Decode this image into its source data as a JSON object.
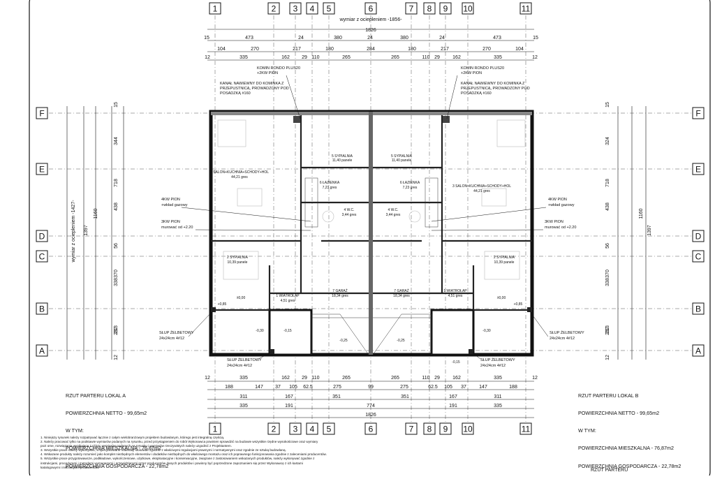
{
  "axes_columns": [
    "1",
    "2",
    "3",
    "4",
    "5",
    "6",
    "7",
    "8",
    "9",
    "10",
    "11"
  ],
  "axes_rows": [
    "F",
    "E",
    "D",
    "C",
    "B",
    "A"
  ],
  "dims": {
    "top_title": "wymiar z ociepleniem -1856-",
    "top_total": "1826",
    "top_row2": [
      "15",
      "473",
      "24",
      "380",
      "24",
      "380",
      "24",
      "473",
      "15"
    ],
    "top_row3": [
      "104",
      "270",
      "217",
      "180",
      "284",
      "180",
      "217",
      "270",
      "104"
    ],
    "top_row4": [
      "12",
      "335",
      "162",
      "29",
      "110",
      "265",
      "265",
      "110",
      "29",
      "162",
      "335",
      "12"
    ],
    "bot_row1": [
      "12",
      "335",
      "162",
      "29",
      "110",
      "265",
      "265",
      "110",
      "29",
      "162",
      "335",
      "12"
    ],
    "bot_row2": [
      "188",
      "147",
      "37",
      "105",
      "62.5",
      "275",
      "99",
      "275",
      "62.5",
      "105",
      "37",
      "147",
      "188"
    ],
    "bot_row3": [
      "311",
      "167",
      "351",
      "351",
      "167",
      "311"
    ],
    "bot_row4": [
      "335",
      "191",
      "774",
      "191",
      "335"
    ],
    "bot_total": "1826",
    "left_title": "wymiar z ociepleniem -1427-",
    "left_overall": "1397",
    "left_mid": "1160",
    "left_segments": [
      "344",
      "718",
      "438",
      "56",
      "370",
      "338",
      "237",
      "213",
      "12",
      "15"
    ],
    "right_overall": "1397",
    "right_mid": "1160",
    "right_segments": [
      "324",
      "718",
      "438",
      "56",
      "370",
      "338",
      "237",
      "213",
      "12",
      "15"
    ]
  },
  "callouts": {
    "chimney_a": [
      "KOMIN RONDO PLUS20",
      "+2KW PION"
    ],
    "chimney_b": [
      "KOMIN RONDO PLUS20",
      "+2KW PION"
    ],
    "duct_a": [
      "KANAŁ NAWIEWNY DO KOMINKA Z",
      "PRZEPUSTNICĄ, PROWADZONY POD",
      "POSADZKĄ #160"
    ],
    "duct_b": [
      "KANAŁ NAWIEWNY DO KOMINKA Z",
      "PRZEPUSTNICĄ, PROWADZONY POD",
      "POSADZKĄ #160"
    ],
    "pion4_a": [
      "4KW PION",
      "+wkład gazowy"
    ],
    "pion4_b": [
      "4KW PION",
      "+wkład gazowy"
    ],
    "pion3_a": [
      "3KW PION",
      "murować od +2.20"
    ],
    "pion3_b": [
      "3KW PION",
      "murować od +2.20"
    ],
    "column_left": [
      "SŁUP ŻELBETOWY",
      "24x24cm 4#12"
    ],
    "column_right": [
      "SŁUP ŻELBETOWY",
      "24x24cm 4#12"
    ],
    "column_bot_a": [
      "SŁUP ŻELBETOWY",
      "24x24cm 4#12"
    ],
    "column_bot_b": [
      "SŁUP ŻELBETOWY",
      "24x24cm 4#12"
    ]
  },
  "rooms": {
    "salon_a": [
      "3 SALON+KUCHNIA+SCHODY+HOL",
      "44,21 gres"
    ],
    "salon_b": [
      "3 SALON+KUCHNIA+SCHODY+HOL",
      "44,21 gres"
    ],
    "sypialnia_a": [
      "5 SYPIALNIA",
      "11,40 panele"
    ],
    "sypialnia_b": [
      "5 SYPIALNIA",
      "11,40 panele"
    ],
    "lazienka_a": [
      "6 ŁAZIENKA",
      "7,23 gres"
    ],
    "lazienka_b": [
      "6 ŁAZIENKA",
      "7,23 gres"
    ],
    "wc_a": [
      "4 W.C.",
      "3,44 gres"
    ],
    "wc_b": [
      "4 W.C.",
      "3,44 gres"
    ],
    "syp2_a": [
      "2 SYPIALNIA",
      "10,39 panele"
    ],
    "syp2_b": [
      "2 SYPIALNIA",
      "10,39 panele"
    ],
    "garaz_a": [
      "7 GARAŻ",
      "18,34 gres"
    ],
    "garaz_b": [
      "7 GARAŻ",
      "18,34 gres"
    ],
    "wiatrolap_a": [
      "1 WIATROŁAP",
      "4,51 gres"
    ],
    "wiatrolap_b": [
      "1 WIATROŁAP",
      "4,51 gres"
    ]
  },
  "levels": {
    "left_level": "+0,85",
    "right_level": "+0,85",
    "misc": [
      "±0,00",
      "-0,30",
      "-0,25",
      "-0,15"
    ]
  },
  "summary_a": [
    "RZUT PARTERU LOKAL A",
    "POWIERZCHNIA NETTO - 99,65m2",
    "W TYM:",
    "POWIERZCHNIA MIESZKALNA - 76,87m2",
    "POWIERZCHNIA GOSPODARCZA - 22,78m2"
  ],
  "summary_b": [
    "RZUT PARTERU LOKAL B",
    "POWIERZCHNIA NETTO - 99,65m2",
    "W TYM:",
    "POWIERZCHNIA MIESZKALNA - 76,87m2",
    "POWIERZCHNIA GOSPODARCZA - 22,78m2"
  ],
  "notes": [
    "1. Niniejszy rysunek należy rozpatrywać łącznie z całym wielobranżowym projektem budowlanym, którego jest integralną częścią.",
    "2. Należy pracować tylko na podstawie wymiarów podanych na rysunku, przed przystąpieniem do robót Wykonawca powinien sprawdzić na budowie wszystkie rzędne wysokościowe oraz wymiary",
    "pozi ome, rozwiązania wynikające z różnic wymiarów podanych na rysunku i wymiarów rzeczywistych należy uzgodnić z Projektantem.",
    "3. Wszystkie prace należy wykonywać, a specyfikowane materiały stosować zgodnie z właściwymi regulacjami prawnymi i normatywnymi oraz zgodnie ze sztuką budowlaną.",
    "4. Wskazane produkty należy rozumieć jako komplet niezbędnych elementów i dodatków niezbędnych do właściwego montażu oraz ich poprawnego funkcjonowania zgodnie z zaleceniami producentów.",
    "5. Wszystkie prace przygotowawcze, podkładowe, wykończeniowe, użytkowe, eksploatacyjne i konserwacyjne, związane z zastosowaniem wskazanych produktów, należy wykonywać zgodnie z",
    "instrukcjami, procedurami i metodami wymaganymi i przewidzianymi przez producentów danych produktów i powinny być poprzedzone zapoznaniem się przez Wykonawcę z ich kartami",
    "katalogowymi i instrukcjami producentów."
  ],
  "footer_title": "RZUT PARTERU"
}
